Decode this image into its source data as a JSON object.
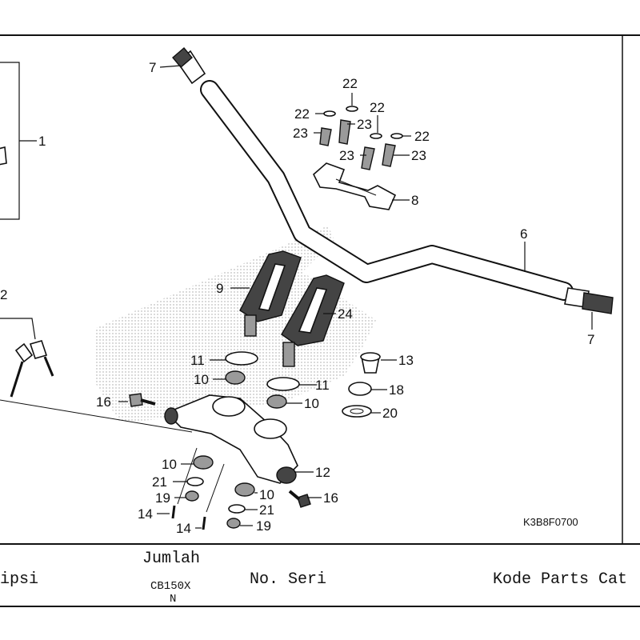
{
  "diagram": {
    "ref_code": "K3B8F0700",
    "callouts": [
      {
        "id": "c1",
        "text": "1"
      },
      {
        "id": "c2",
        "text": "2"
      },
      {
        "id": "c6",
        "text": "6"
      },
      {
        "id": "c7a",
        "text": "7"
      },
      {
        "id": "c7b",
        "text": "7"
      },
      {
        "id": "c8",
        "text": "8"
      },
      {
        "id": "c9",
        "text": "9"
      },
      {
        "id": "c10a",
        "text": "10"
      },
      {
        "id": "c10b",
        "text": "10"
      },
      {
        "id": "c10c",
        "text": "10"
      },
      {
        "id": "c10d",
        "text": "10"
      },
      {
        "id": "c11a",
        "text": "11"
      },
      {
        "id": "c11b",
        "text": "11"
      },
      {
        "id": "c12",
        "text": "12"
      },
      {
        "id": "c13",
        "text": "13"
      },
      {
        "id": "c14a",
        "text": "14"
      },
      {
        "id": "c14b",
        "text": "14"
      },
      {
        "id": "c16a",
        "text": "16"
      },
      {
        "id": "c16b",
        "text": "16"
      },
      {
        "id": "c18",
        "text": "18"
      },
      {
        "id": "c19a",
        "text": "19"
      },
      {
        "id": "c19b",
        "text": "19"
      },
      {
        "id": "c20",
        "text": "20"
      },
      {
        "id": "c21a",
        "text": "21"
      },
      {
        "id": "c21b",
        "text": "21"
      },
      {
        "id": "c22a",
        "text": "22"
      },
      {
        "id": "c22b",
        "text": "22"
      },
      {
        "id": "c22c",
        "text": "22"
      },
      {
        "id": "c22d",
        "text": "22"
      },
      {
        "id": "c23a",
        "text": "23"
      },
      {
        "id": "c23b",
        "text": "23"
      },
      {
        "id": "c23c",
        "text": "23"
      },
      {
        "id": "c23d",
        "text": "23"
      },
      {
        "id": "c24",
        "text": "24"
      }
    ]
  },
  "table_header": {
    "description_partial": "ipsi",
    "jumlah": "Jumlah",
    "model": "CB150X",
    "model_sub": "N",
    "serial": "No. Seri",
    "parts_code_partial": "Kode Parts Cat"
  }
}
